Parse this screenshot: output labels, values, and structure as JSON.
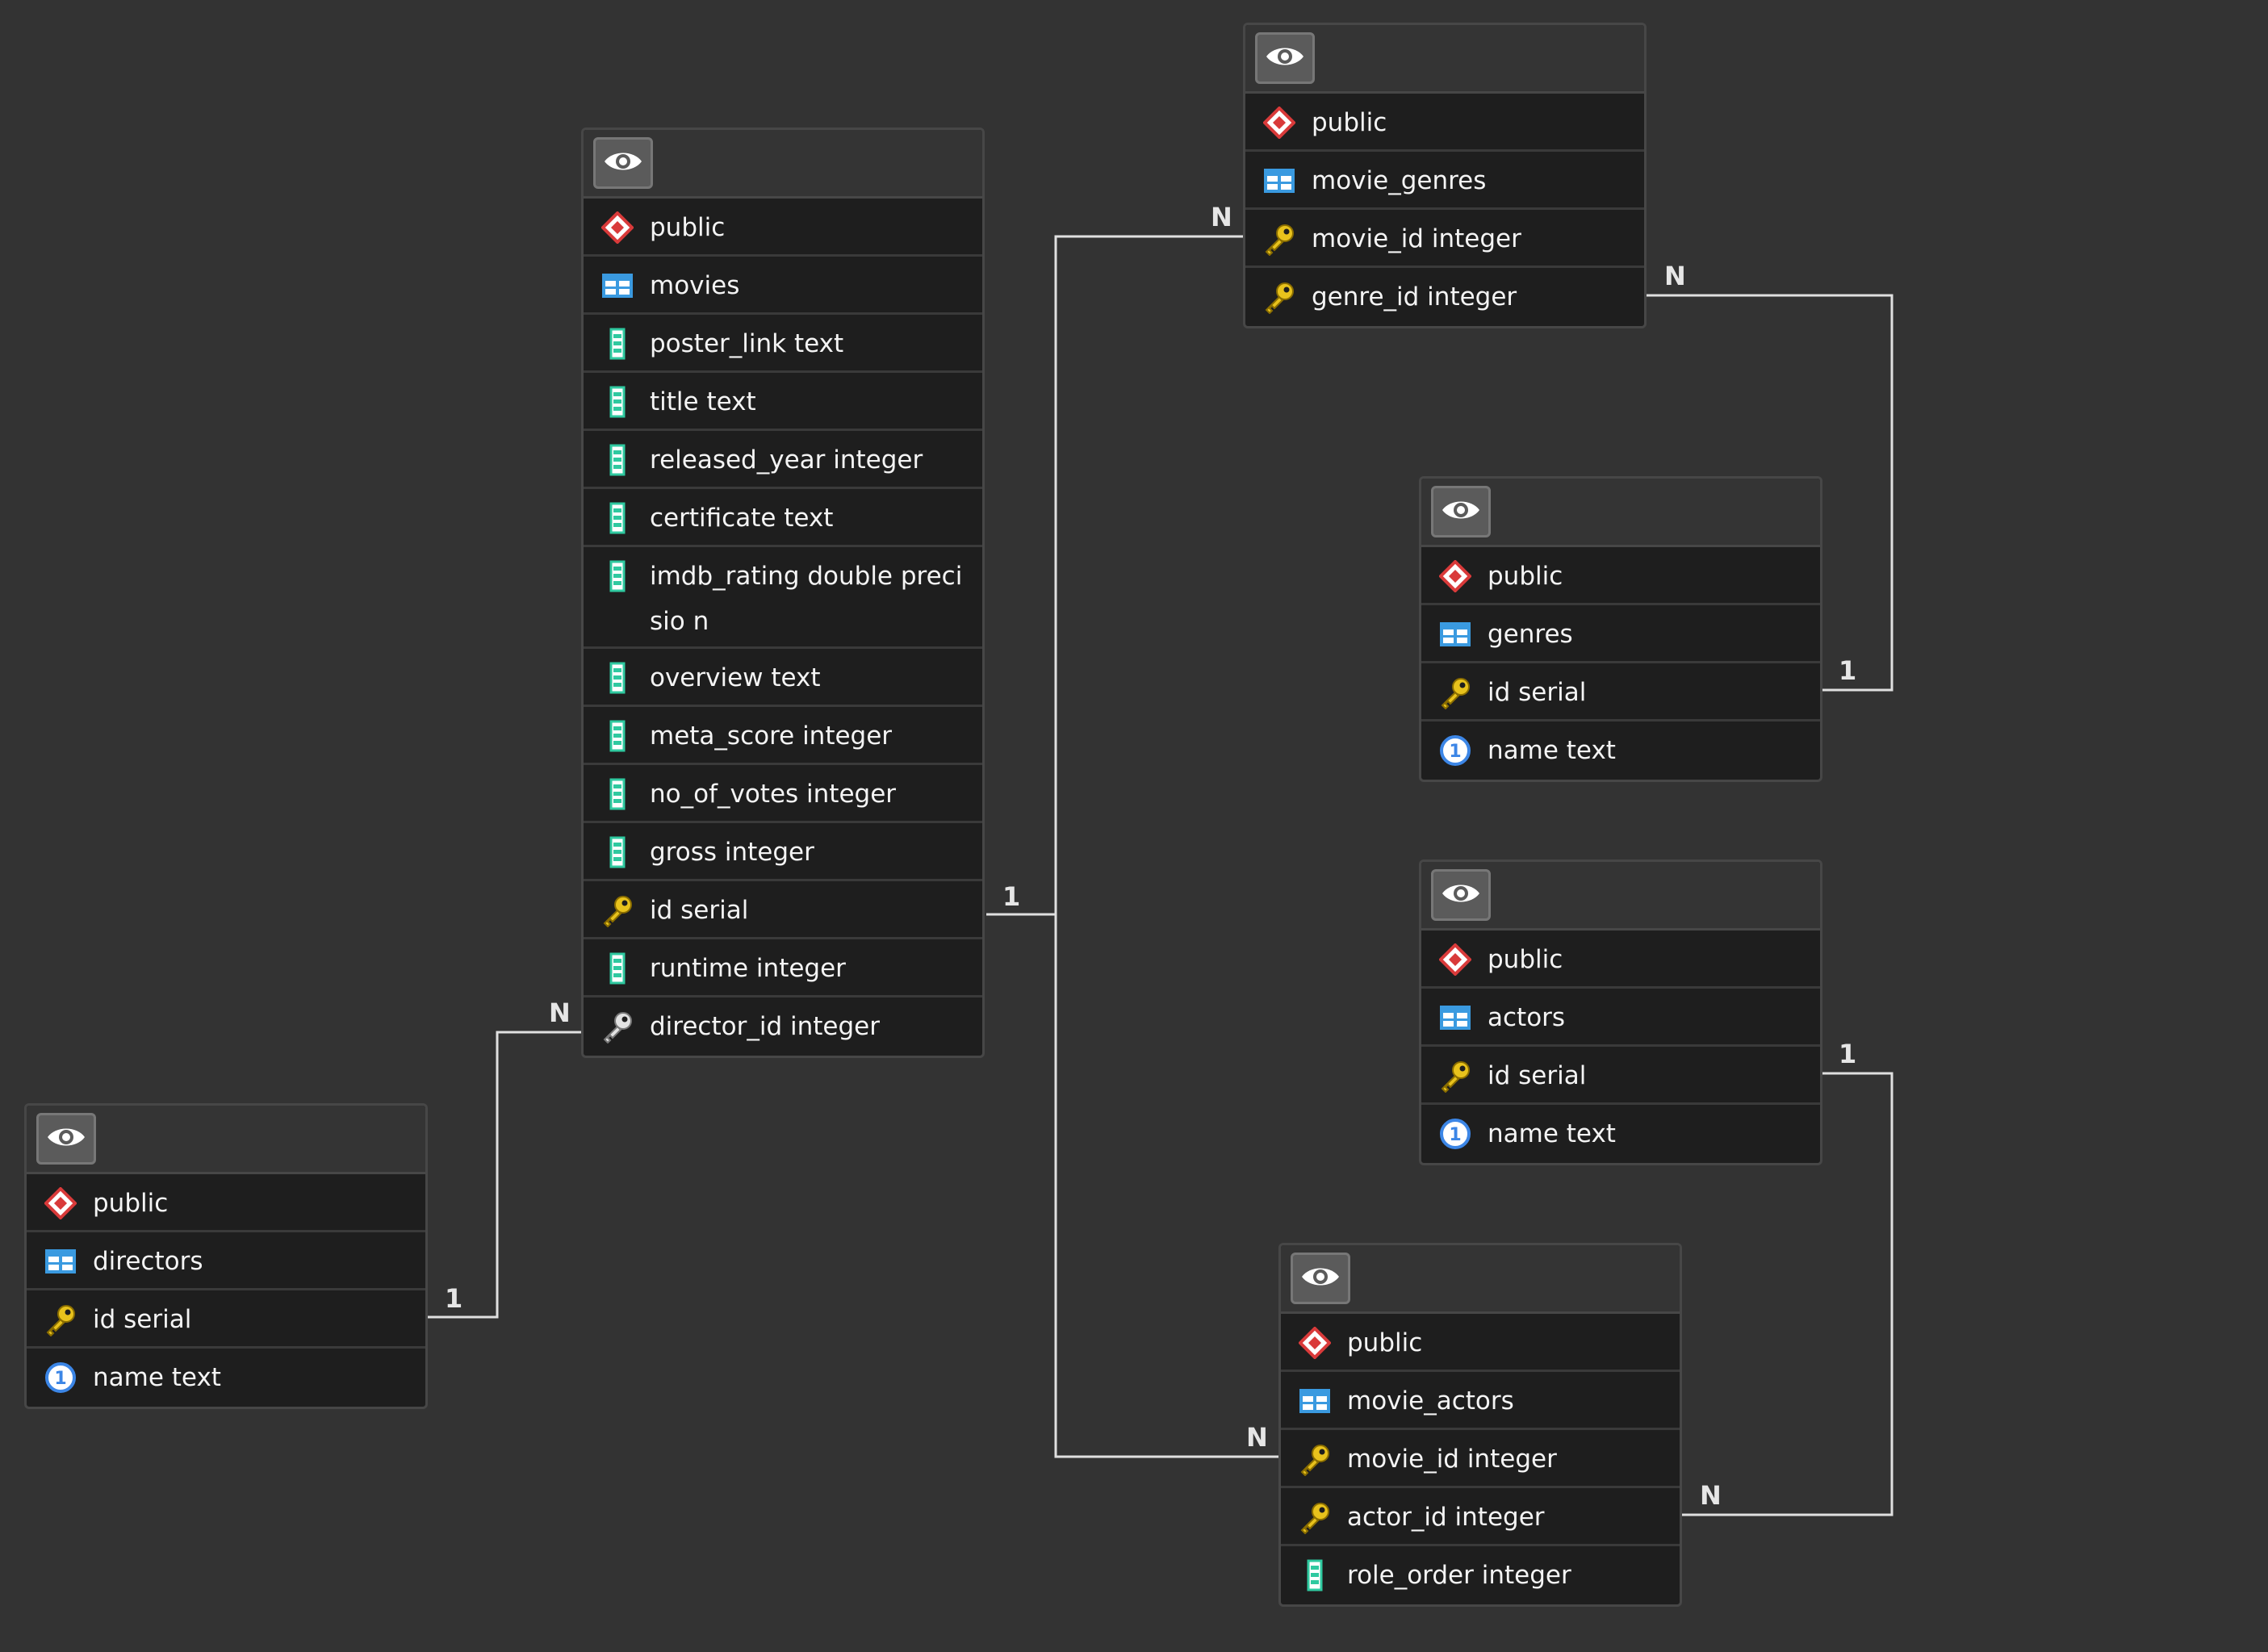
{
  "tables": {
    "movies": {
      "rows": [
        {
          "label": "public",
          "icon": "schema-icon"
        },
        {
          "label": "movies",
          "icon": "table-icon"
        },
        {
          "label": "poster_link text",
          "icon": "column-icon"
        },
        {
          "label": "title text",
          "icon": "column-icon"
        },
        {
          "label": "released_year integer",
          "icon": "column-icon"
        },
        {
          "label": "certificate text",
          "icon": "column-icon"
        },
        {
          "label": "imdb_rating double precisio n",
          "icon": "column-icon"
        },
        {
          "label": "overview text",
          "icon": "column-icon"
        },
        {
          "label": "meta_score integer",
          "icon": "column-icon"
        },
        {
          "label": "no_of_votes integer",
          "icon": "column-icon"
        },
        {
          "label": "gross integer",
          "icon": "column-icon"
        },
        {
          "label": "id serial",
          "icon": "primary-key-icon"
        },
        {
          "label": "runtime integer",
          "icon": "column-icon"
        },
        {
          "label": "director_id integer",
          "icon": "foreign-key-icon"
        }
      ]
    },
    "movie_genres": {
      "rows": [
        {
          "label": "public",
          "icon": "schema-icon"
        },
        {
          "label": "movie_genres",
          "icon": "table-icon"
        },
        {
          "label": "movie_id integer",
          "icon": "primary-key-icon"
        },
        {
          "label": "genre_id integer",
          "icon": "primary-key-icon"
        }
      ]
    },
    "genres": {
      "rows": [
        {
          "label": "public",
          "icon": "schema-icon"
        },
        {
          "label": "genres",
          "icon": "table-icon"
        },
        {
          "label": "id serial",
          "icon": "primary-key-icon"
        },
        {
          "label": "name text",
          "icon": "unique-icon"
        }
      ]
    },
    "actors": {
      "rows": [
        {
          "label": "public",
          "icon": "schema-icon"
        },
        {
          "label": "actors",
          "icon": "table-icon"
        },
        {
          "label": "id serial",
          "icon": "primary-key-icon"
        },
        {
          "label": "name text",
          "icon": "unique-icon"
        }
      ]
    },
    "movie_actors": {
      "rows": [
        {
          "label": "public",
          "icon": "schema-icon"
        },
        {
          "label": "movie_actors",
          "icon": "table-icon"
        },
        {
          "label": "movie_id integer",
          "icon": "primary-key-icon"
        },
        {
          "label": "actor_id integer",
          "icon": "primary-key-icon"
        },
        {
          "label": "role_order integer",
          "icon": "column-icon"
        }
      ]
    },
    "directors": {
      "rows": [
        {
          "label": "public",
          "icon": "schema-icon"
        },
        {
          "label": "directors",
          "icon": "table-icon"
        },
        {
          "label": "id serial",
          "icon": "primary-key-icon"
        },
        {
          "label": "name text",
          "icon": "unique-icon"
        }
      ]
    }
  },
  "relations": [
    {
      "from": "movie_genres.movie_id",
      "to": "movies.id",
      "from_card": "N",
      "to_card": "1"
    },
    {
      "from": "movie_genres.genre_id",
      "to": "genres.id",
      "from_card": "N",
      "to_card": "1"
    },
    {
      "from": "movie_actors.movie_id",
      "to": "movies.id",
      "from_card": "N",
      "to_card": ""
    },
    {
      "from": "movie_actors.actor_id",
      "to": "actors.id",
      "from_card": "N",
      "to_card": "1"
    },
    {
      "from": "movies.director_id",
      "to": "directors.id",
      "from_card": "N",
      "to_card": "1"
    }
  ],
  "colors": {
    "background": "#333333",
    "table_body": "#1e1e1e",
    "connector": "#e0e0e0",
    "key": "#e8c21c",
    "schema": "#d93a3a",
    "table_icon": "#3a9ae0",
    "column": "#2fc9a0",
    "unique": "#3c86e6"
  }
}
